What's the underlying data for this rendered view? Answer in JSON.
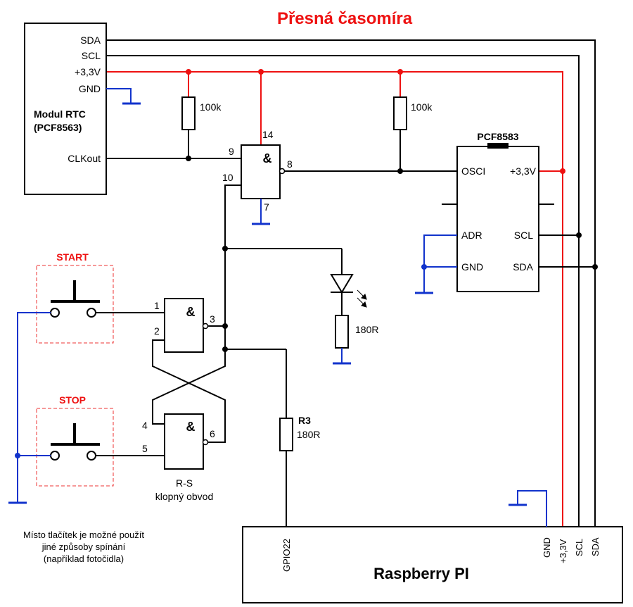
{
  "title": "Přesná časomíra",
  "rtc_module": {
    "name_line1": "Modul RTC",
    "name_line2": "(PCF8563)",
    "pins": {
      "sda": "SDA",
      "scl": "SCL",
      "vcc": "+3,3V",
      "gnd": "GND",
      "clkout": "CLKout"
    }
  },
  "resistors": {
    "r1_value": "100k",
    "r2_value": "100k",
    "led_r_value": "180R",
    "r3_name": "R3",
    "r3_value": "180R"
  },
  "gate_symbol": "&",
  "gate_main": {
    "pin_vcc": "14",
    "pin_in_a": "9",
    "pin_in_b": "10",
    "pin_out": "8",
    "pin_gnd": "7"
  },
  "gate_start": {
    "pin_in_a": "1",
    "pin_in_b": "2",
    "pin_out": "3"
  },
  "gate_stop": {
    "pin_in_a": "4",
    "pin_in_b": "5",
    "pin_out": "6"
  },
  "pcf8583": {
    "name": "PCF8583",
    "osci": "OSCI",
    "vcc": "+3,3V",
    "adr": "ADR",
    "scl": "SCL",
    "gnd": "GND",
    "sda": "SDA"
  },
  "buttons": {
    "start": "START",
    "stop": "STOP"
  },
  "rs_label_line1": "R-S",
  "rs_label_line2": "klopný obvod",
  "note_lines": [
    "Místo tlačítek je možné použít",
    "jiné způsoby spínání",
    "(například fotočidla)"
  ],
  "raspberry": {
    "name": "Raspberry PI",
    "gpio": "GPIO22",
    "gnd": "GND",
    "vcc": "+3,3V",
    "scl": "SCL",
    "sda": "SDA"
  },
  "colors": {
    "title": "#ee1111",
    "wire": "#000000",
    "power": "#ee1111",
    "ground": "#1133cc",
    "button_frame": "#ee3333"
  }
}
